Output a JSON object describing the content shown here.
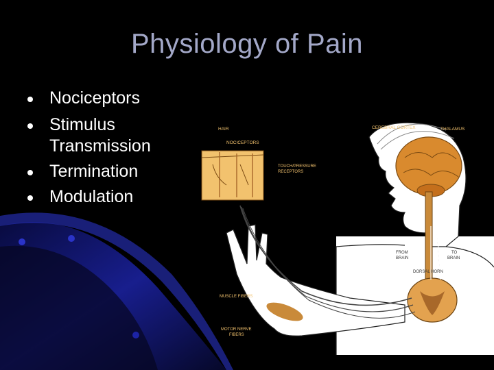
{
  "slide": {
    "title": "Physiology of Pain",
    "bullets": [
      "Nociceptors",
      "Stimulus Transmission",
      "Termination",
      "Modulation"
    ]
  },
  "illustration": {
    "labels": {
      "hair": "HAIR",
      "nociceptors": "NOCICEPTORS",
      "touch_pressure": "TOUCH/PRESSURE",
      "receptors": "RECEPTORS",
      "cerebral_cortex": "CEREBRAL CORTEX",
      "thalamus": "THALAMUS",
      "from_brain_1": "FROM",
      "from_brain_2": "BRAIN",
      "to_brain_1": "TO",
      "to_brain_2": "BRAIN",
      "dorsal_horn": "DORSAL HORN",
      "muscle_fibers": "MUSCLE FIBERS",
      "motor_nerve_1": "MOTOR NERVE",
      "motor_nerve_2": "FIBERS"
    }
  },
  "colors": {
    "background": "#000000",
    "title": "#a3a8c8",
    "text": "#ffffff",
    "swoosh": "#1a1f8a",
    "brain": "#d98a2e",
    "skin": "#f2c26e",
    "spinal_cord": "#c98a3a"
  }
}
